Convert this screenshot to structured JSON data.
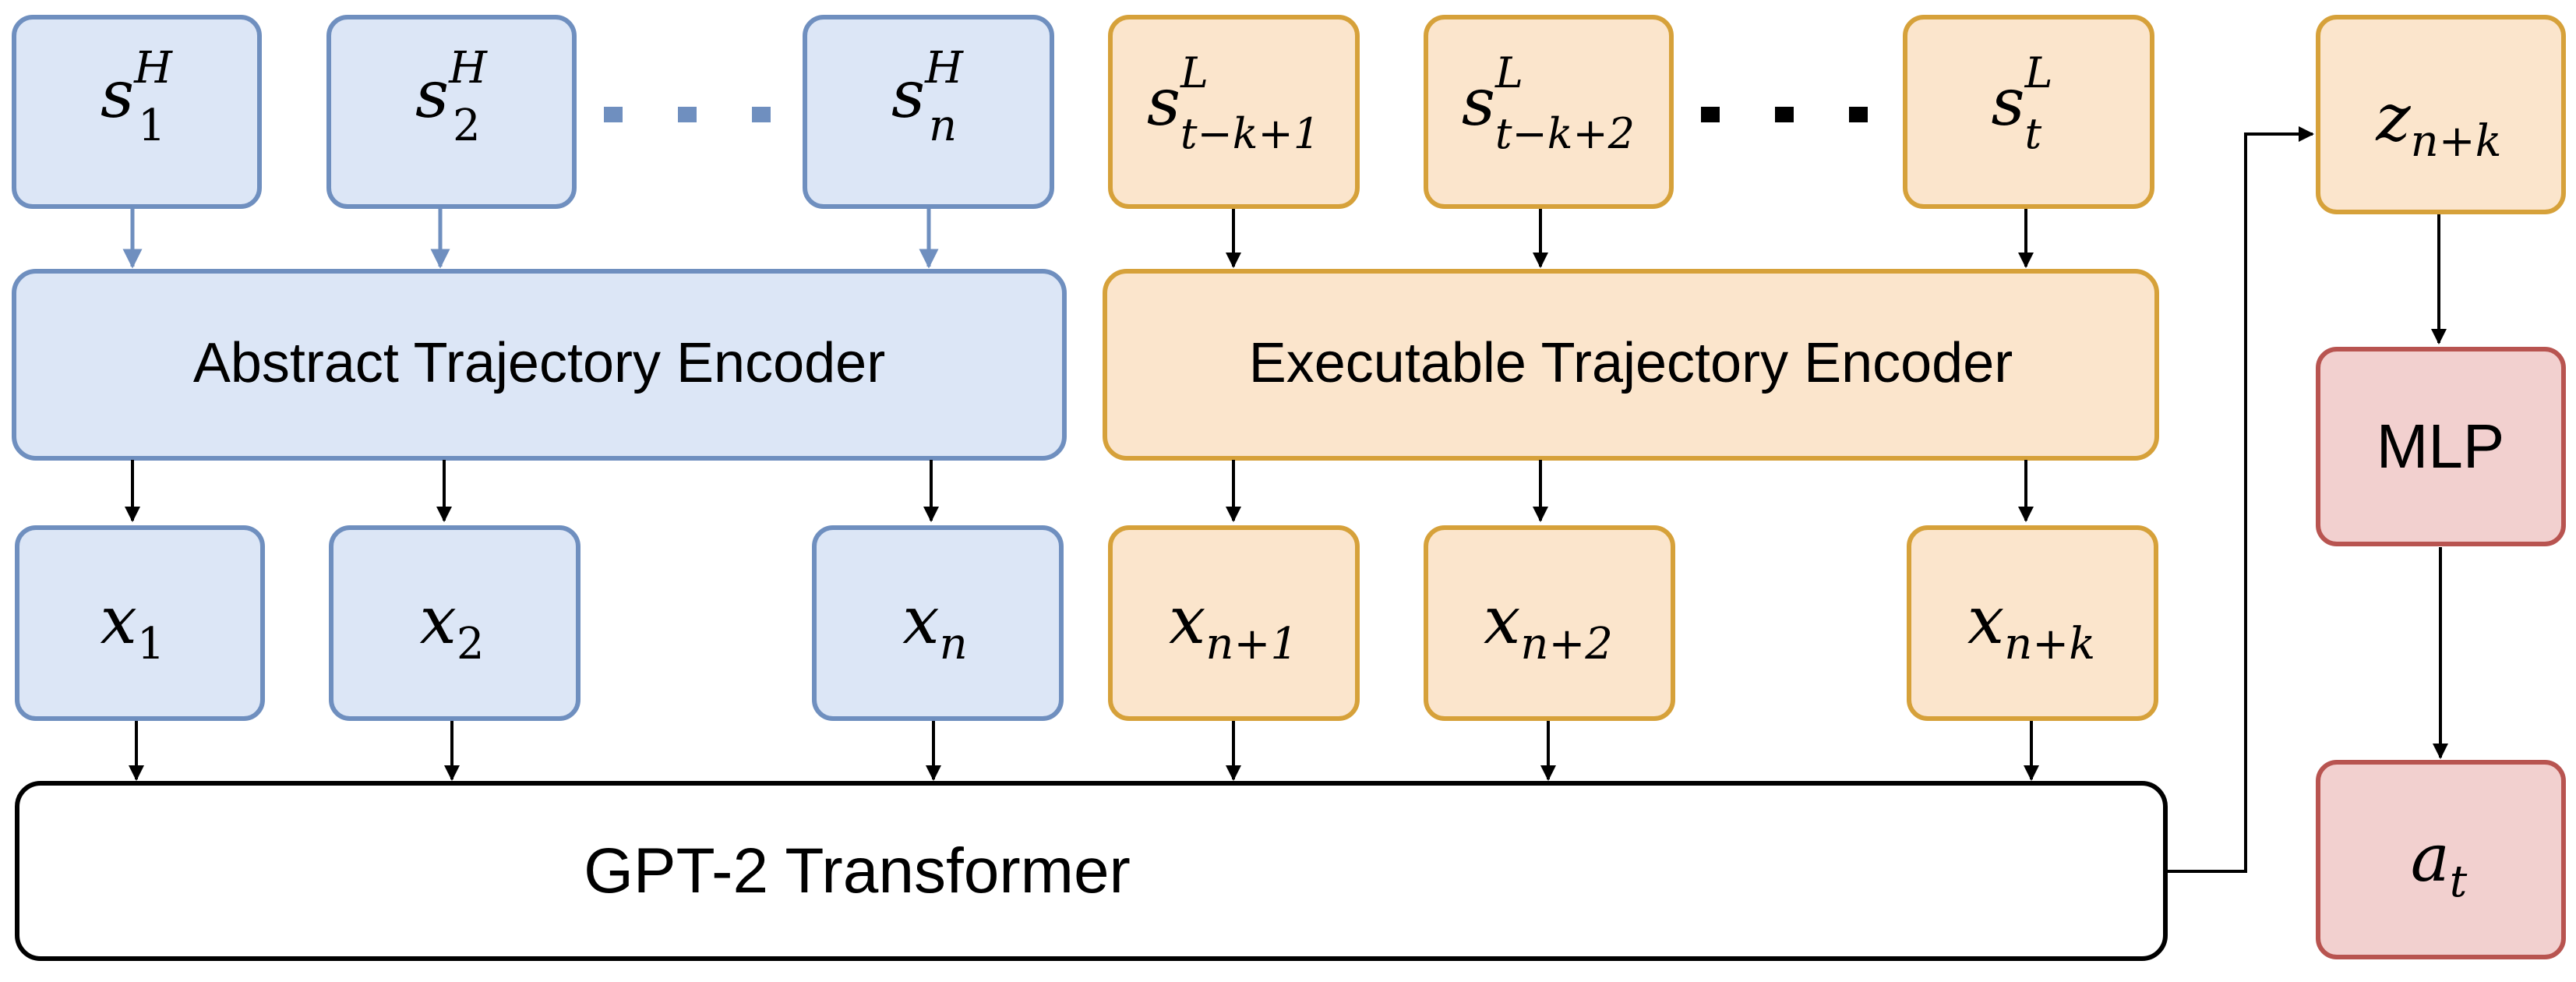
{
  "colors": {
    "blue_fill": "#dce6f6",
    "blue_stroke": "#6f8fbf",
    "orange_fill": "#fbe5cc",
    "orange_stroke": "#d6a13a",
    "red_fill": "#f2d0cf",
    "red_stroke": "#b85450",
    "black": "#000000",
    "white": "#ffffff"
  },
  "abstract_states": [
    {
      "base": "s",
      "sub": "1",
      "sup": "H"
    },
    {
      "base": "s",
      "sub": "2",
      "sup": "H"
    },
    {
      "base": "s",
      "sub": "n",
      "sup": "H"
    }
  ],
  "executable_states": [
    {
      "base": "s",
      "sub": "t−k+1",
      "sup": "L"
    },
    {
      "base": "s",
      "sub": "t−k+2",
      "sup": "L"
    },
    {
      "base": "s",
      "sub": "t",
      "sup": "L"
    }
  ],
  "abstract_encoder": {
    "label": "Abstract Trajectory Encoder"
  },
  "executable_encoder": {
    "label": "Executable Trajectory Encoder"
  },
  "abstract_tokens": [
    {
      "base": "x",
      "sub": "1"
    },
    {
      "base": "x",
      "sub": "2"
    },
    {
      "base": "x",
      "sub": "n"
    }
  ],
  "executable_tokens": [
    {
      "base": "x",
      "sub": "n+1"
    },
    {
      "base": "x",
      "sub": "n+2"
    },
    {
      "base": "x",
      "sub": "n+k"
    }
  ],
  "transformer": {
    "label": "GPT-2 Transformer"
  },
  "latent": {
    "base": "z",
    "sub": "n+k"
  },
  "mlp": {
    "label": "MLP"
  },
  "action": {
    "base": "a",
    "sub": "t"
  }
}
